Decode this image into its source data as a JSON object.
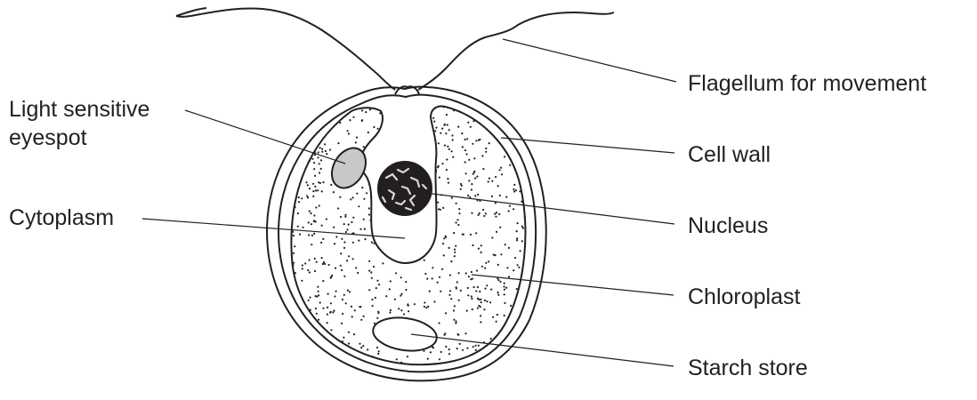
{
  "labels": {
    "flagellum": "Flagellum for movement",
    "eyespot_line1": "Light sensitive",
    "eyespot_line2": "eyespot",
    "cell_wall": "Cell wall",
    "nucleus": "Nucleus",
    "cytoplasm": "Cytoplasm",
    "chloroplast": "Chloroplast",
    "starch_store": "Starch store"
  },
  "colors": {
    "ink": "#231f20",
    "eyespot_fill": "#c8c8c8",
    "nucleus_fill": "#231f20",
    "background": "#ffffff"
  }
}
